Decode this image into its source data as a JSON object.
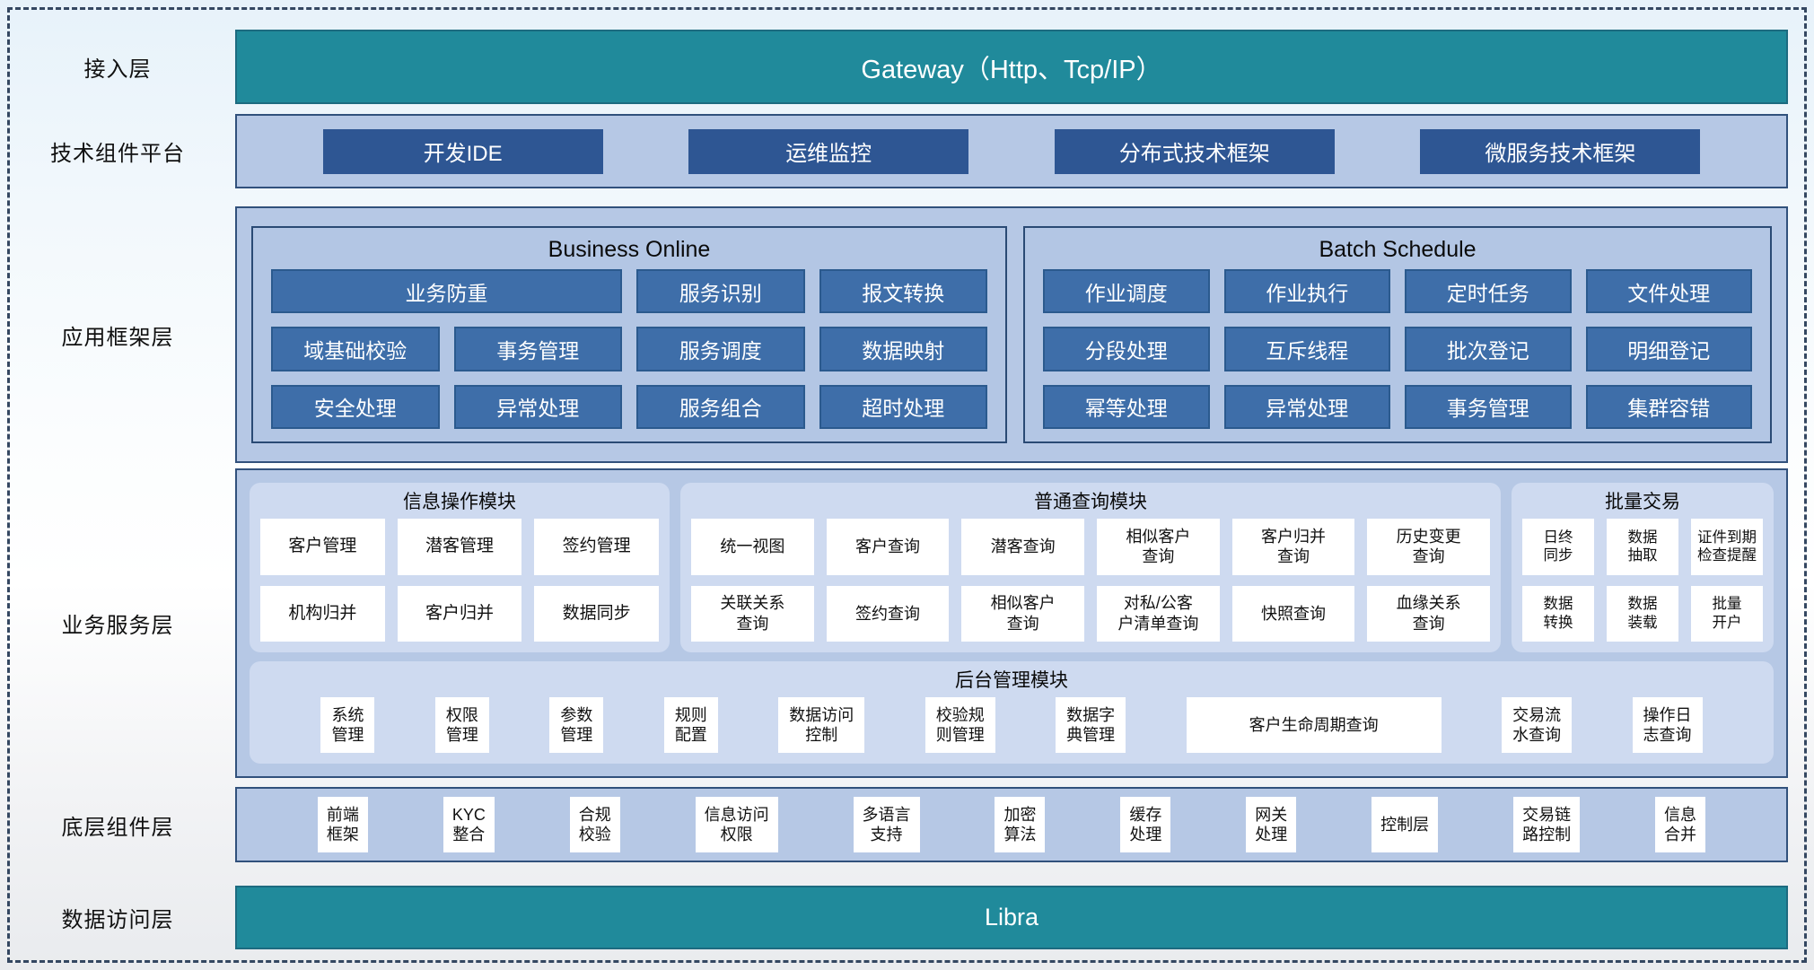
{
  "colors": {
    "teal": "#208a9b",
    "panel_fill": "#b6c8e5",
    "panel_border": "#31517c",
    "dark_button": "#2e5693",
    "mid_button": "#3e6ea9",
    "card_fill": "#cedaf0",
    "box_fill": "#ffffff"
  },
  "layers": {
    "access": {
      "label": "接入层",
      "gateway": "Gateway（Http、Tcp/IP）"
    },
    "tech": {
      "label": "技术组件平台",
      "items": [
        "开发IDE",
        "运维监控",
        "分布式技术框架",
        "微服务技术框架"
      ]
    },
    "app": {
      "label": "应用框架层",
      "online": {
        "title": "Business Online",
        "items": [
          "业务防重",
          "服务识别",
          "报文转换",
          "域基础校验",
          "事务管理",
          "服务调度",
          "数据映射",
          "安全处理",
          "异常处理",
          "服务组合",
          "超时处理"
        ]
      },
      "batch": {
        "title": "Batch Schedule",
        "items": [
          "作业调度",
          "作业执行",
          "定时任务",
          "文件处理",
          "分段处理",
          "互斥线程",
          "批次登记",
          "明细登记",
          "幂等处理",
          "异常处理",
          "事务管理",
          "集群容错"
        ]
      }
    },
    "biz": {
      "label": "业务服务层",
      "info": {
        "title": "信息操作模块",
        "items": [
          "客户管理",
          "潜客管理",
          "签约管理",
          "机构归并",
          "客户归并",
          "数据同步"
        ]
      },
      "query": {
        "title": "普通查询模块",
        "items": [
          "统一视图",
          "客户查询",
          "潜客查询",
          "相似客户\n查询",
          "客户归并\n查询",
          "历史变更\n查询",
          "关联关系\n查询",
          "签约查询",
          "相似客户\n查询",
          "对私/公客\n户清单查询",
          "快照查询",
          "血缘关系\n查询"
        ]
      },
      "trade": {
        "title": "批量交易",
        "items": [
          "日终\n同步",
          "数据\n抽取",
          "证件到期\n检查提醒",
          "数据\n转换",
          "数据\n装载",
          "批量\n开户"
        ]
      },
      "admin": {
        "title": "后台管理模块",
        "items": [
          "系统\n管理",
          "权限\n管理",
          "参数\n管理",
          "规则\n配置",
          "数据访问\n控制",
          "校验规\n则管理",
          "数据字\n典管理",
          "客户生命周期查询",
          "交易流\n水查询",
          "操作日\n志查询"
        ]
      }
    },
    "base": {
      "label": "底层组件层",
      "items": [
        "前端\n框架",
        "KYC\n整合",
        "合规\n校验",
        "信息访问\n权限",
        "多语言\n支持",
        "加密\n算法",
        "缓存\n处理",
        "网关\n处理",
        "控制层",
        "交易链\n路控制",
        "信息\n合并"
      ]
    },
    "data": {
      "label": "数据访问层",
      "bar": "Libra"
    }
  }
}
